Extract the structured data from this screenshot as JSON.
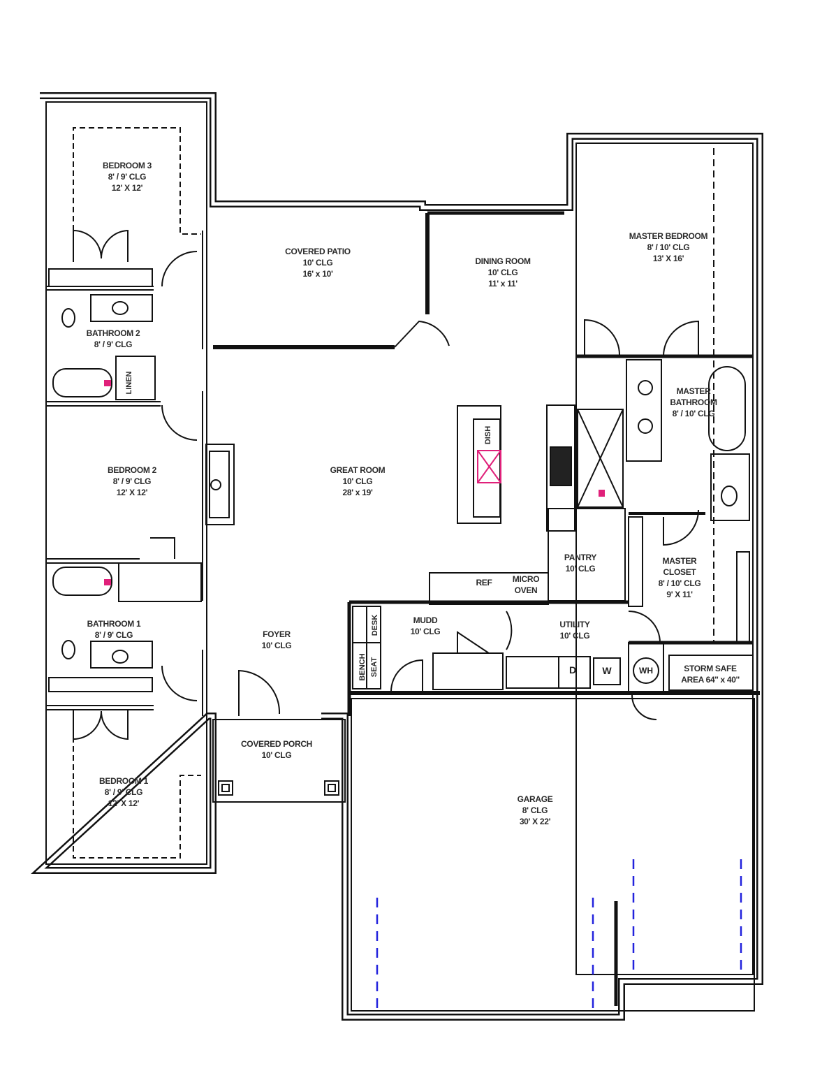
{
  "rooms": {
    "bedroom3": {
      "name": "BEDROOM 3",
      "ceiling": "8' / 9' CLG",
      "size": "12' X 12'"
    },
    "covered_patio": {
      "name": "COVERED PATIO",
      "ceiling": "10' CLG",
      "size": "16' x 10'"
    },
    "dining_room": {
      "name": "DINING ROOM",
      "ceiling": "10' CLG",
      "size": "11' x 11'"
    },
    "master_bedroom": {
      "name": "MASTER BEDROOM",
      "ceiling": "8' / 10' CLG",
      "size": "13' X 16'"
    },
    "bathroom2": {
      "name": "BATHROOM 2",
      "ceiling": "8' / 9' CLG"
    },
    "master_bathroom": {
      "name1": "MASTER",
      "name2": "BATHROOM",
      "ceiling": "8' / 10' CLG"
    },
    "bedroom2": {
      "name": "BEDROOM 2",
      "ceiling": "8' / 9' CLG",
      "size": "12' X 12'"
    },
    "great_room": {
      "name": "GREAT ROOM",
      "ceiling": "10' CLG",
      "size": "28' x 19'"
    },
    "pantry": {
      "name": "PANTRY",
      "ceiling": "10' CLG"
    },
    "master_closet": {
      "name1": "MASTER",
      "name2": "CLOSET",
      "ceiling": "8' / 10' CLG",
      "size": "9' X 11'"
    },
    "bathroom1": {
      "name": "BATHROOM 1",
      "ceiling": "8' / 9' CLG"
    },
    "foyer": {
      "name": "FOYER",
      "ceiling": "10' CLG"
    },
    "mudd": {
      "name": "MUDD",
      "ceiling": "10' CLG"
    },
    "utility": {
      "name": "UTILITY",
      "ceiling": "10' CLG"
    },
    "storm_safe": {
      "name": "STORM SAFE",
      "size": "AREA 64'' x 40''"
    },
    "covered_porch": {
      "name": "COVERED PORCH",
      "ceiling": "10' CLG"
    },
    "bedroom1": {
      "name": "BEDROOM 1",
      "ceiling": "8' / 9' CLG",
      "size": "12' X 12'"
    },
    "garage": {
      "name": "GARAGE",
      "ceiling": "8' CLG",
      "size": "30' X 22'"
    }
  },
  "fixtures": {
    "linen": "LINEN",
    "dish": "DISH",
    "ref": "REF",
    "micro1": "MICRO",
    "micro2": "OVEN",
    "desk": "DESK",
    "bench": "BENCH",
    "seat": "SEAT",
    "dryer": "D",
    "washer": "W",
    "water_heater": "WH"
  },
  "colors": {
    "wall": "#111111",
    "marker": "#e0207a",
    "garage_door": "#2222dd"
  }
}
